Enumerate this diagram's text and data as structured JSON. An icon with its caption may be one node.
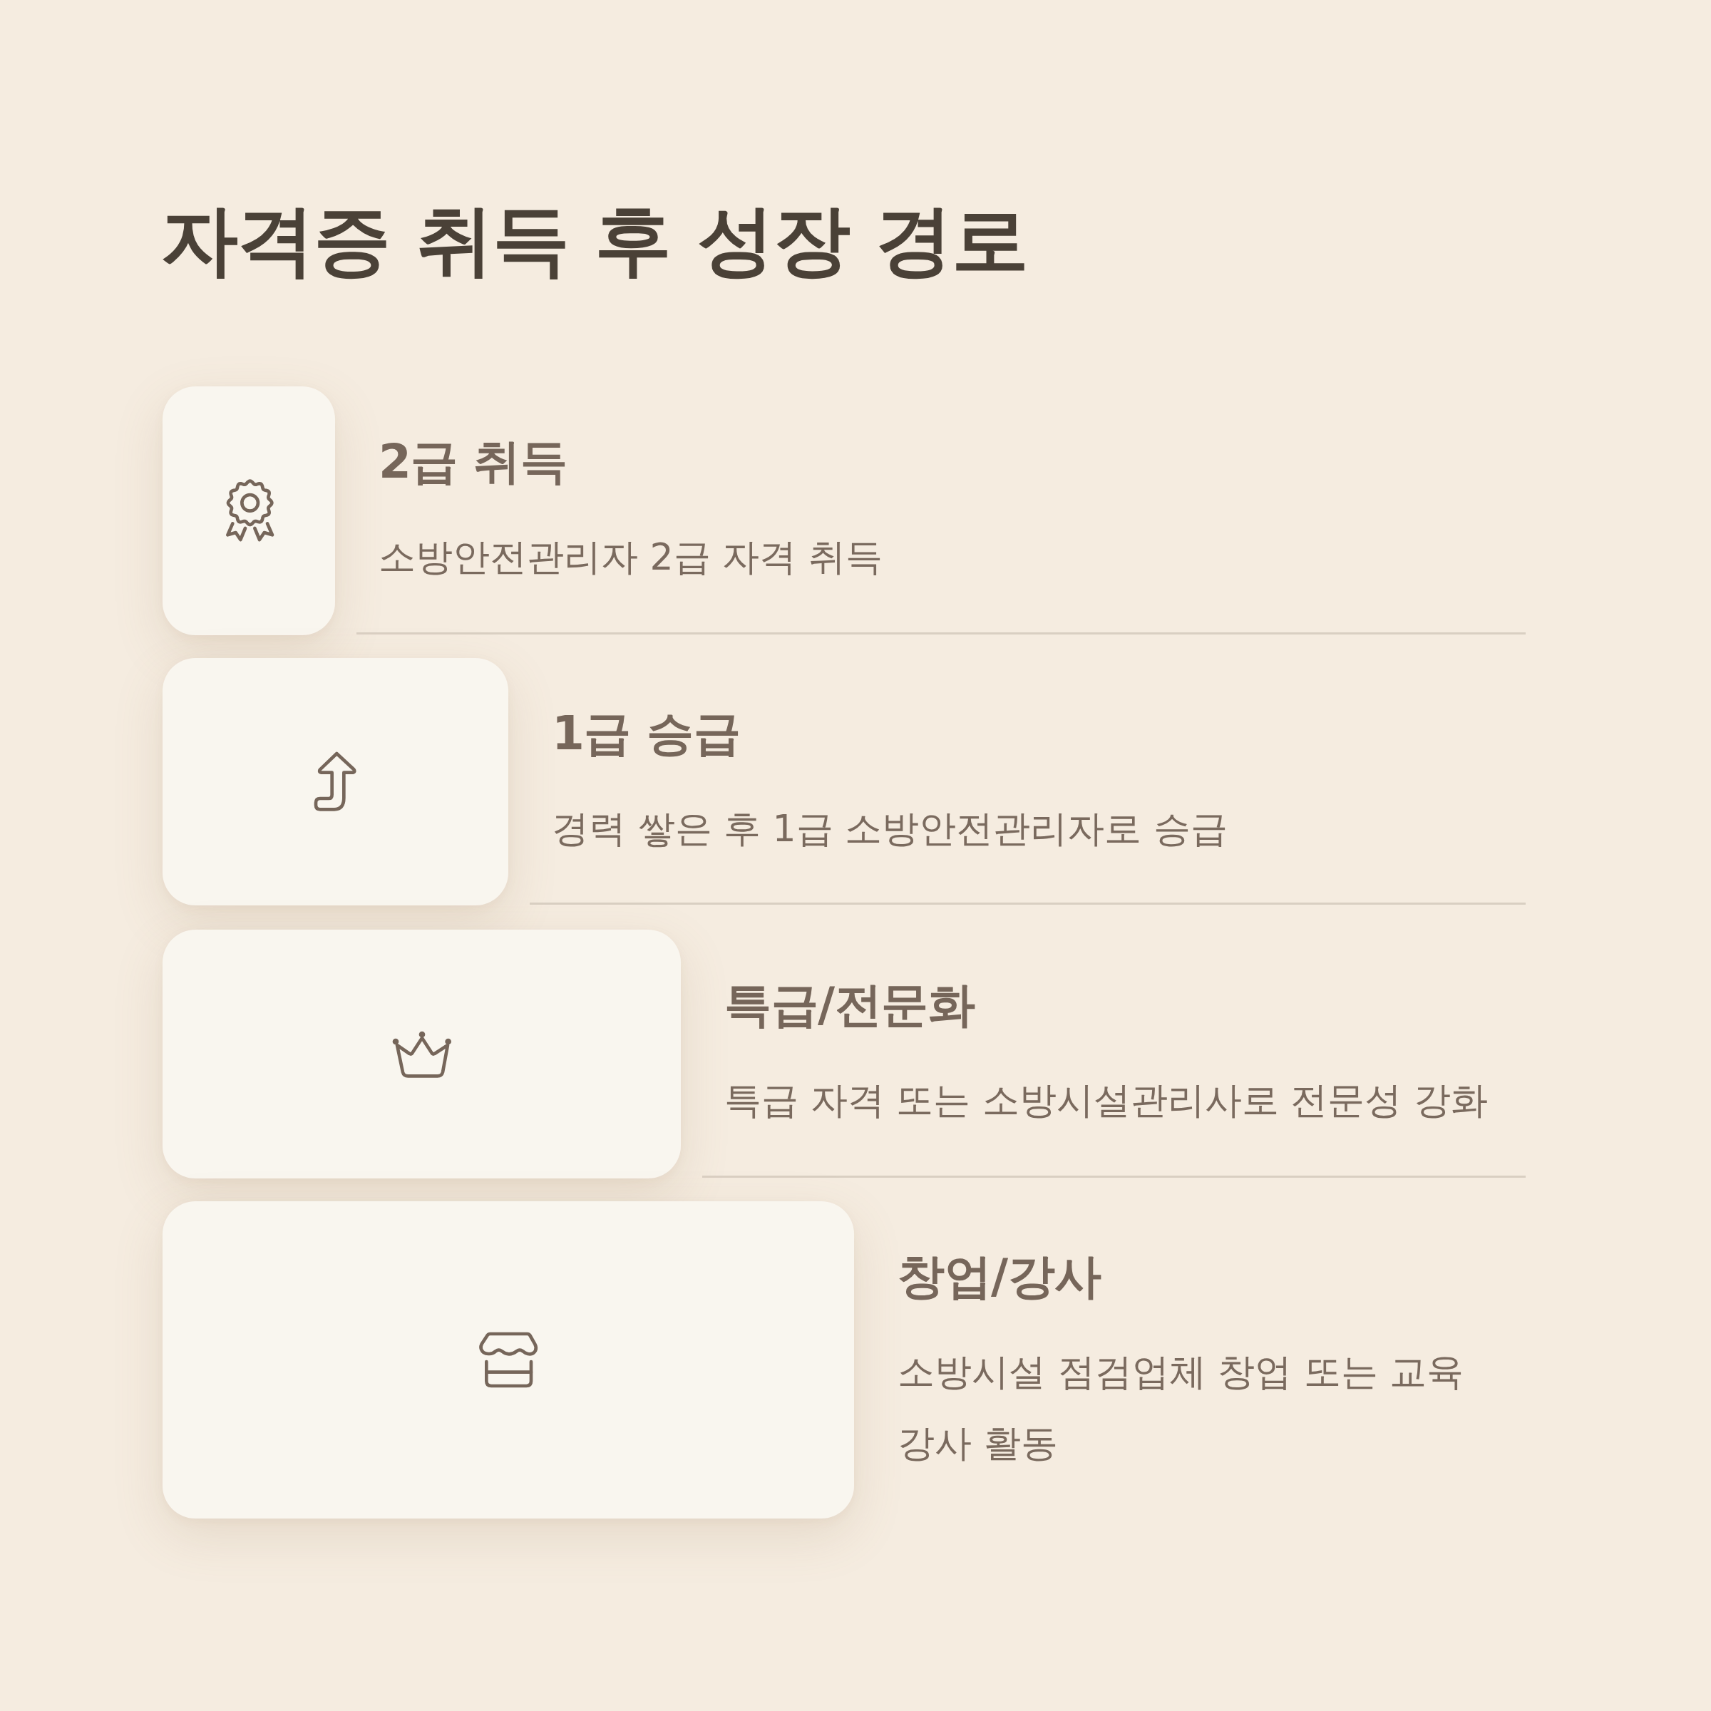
{
  "diagram": {
    "title": "자격증 취득 후 성장 경로",
    "nodes": [
      {
        "text": [
          "2급 취득",
          "소방안전관리자 2급 자격 취득"
        ]
      },
      {
        "text": [
          "1급 승급",
          "경력 쌓은 후 1급 소방안전관리자로 승급"
        ]
      },
      {
        "text": [
          "특급/전문화",
          "특급 자격 또는 소방시설관리사로 전문성 강화"
        ]
      },
      {
        "text": [
          "창업/강사",
          "소방시설 점검업체 창업 또는 교육 강사 활동"
        ]
      }
    ]
  }
}
